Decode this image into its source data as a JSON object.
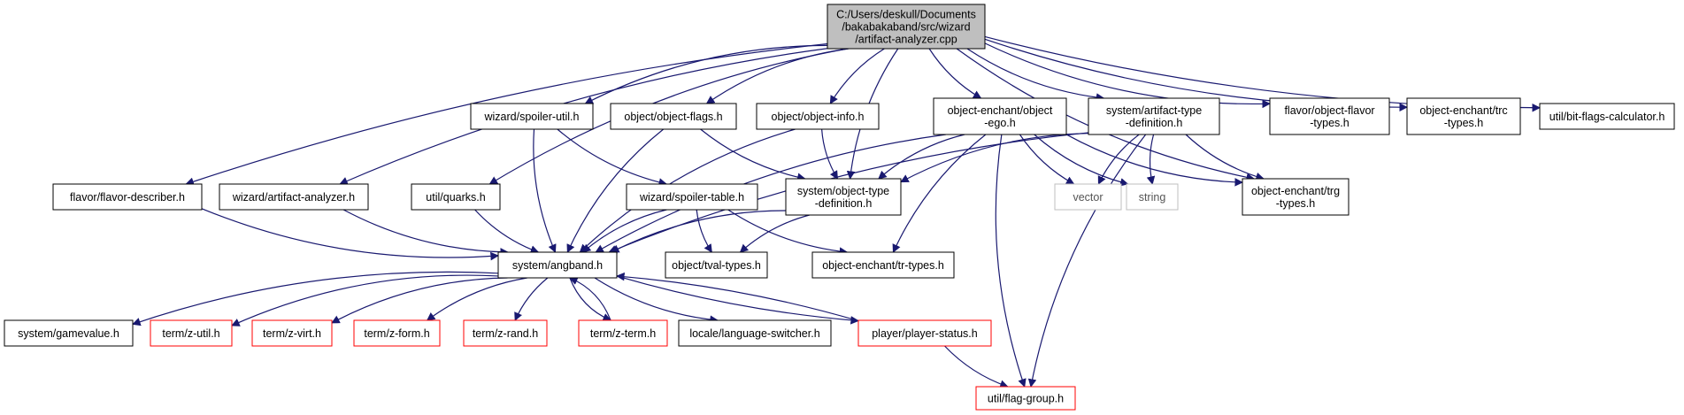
{
  "colors": {
    "edge": "#191970",
    "root_fill": "#bfbfbf",
    "node_border": "#000000",
    "missing_border": "#ff0000",
    "external_border": "#bfbfbf"
  },
  "nodes": {
    "root": {
      "lines": [
        "C:/Users/deskull/Documents",
        "/bakabakaband/src/wizard",
        "/artifact-analyzer.cpp"
      ],
      "kind": "root"
    },
    "spoiler_util": {
      "lines": [
        "wizard/spoiler-util.h"
      ],
      "kind": "normal"
    },
    "object_flags": {
      "lines": [
        "object/object-flags.h"
      ],
      "kind": "normal"
    },
    "object_info": {
      "lines": [
        "object/object-info.h"
      ],
      "kind": "normal"
    },
    "object_ego": {
      "lines": [
        "object-enchant/object",
        "-ego.h"
      ],
      "kind": "normal"
    },
    "artifact_type_def": {
      "lines": [
        "system/artifact-type",
        "-definition.h"
      ],
      "kind": "normal"
    },
    "flavor_types": {
      "lines": [
        "flavor/object-flavor",
        "-types.h"
      ],
      "kind": "normal"
    },
    "trc_types": {
      "lines": [
        "object-enchant/trc",
        "-types.h"
      ],
      "kind": "normal"
    },
    "bit_flags_calc": {
      "lines": [
        "util/bit-flags-calculator.h"
      ],
      "kind": "normal"
    },
    "flavor_describer": {
      "lines": [
        "flavor/flavor-describer.h"
      ],
      "kind": "normal"
    },
    "artifact_analyzer_h": {
      "lines": [
        "wizard/artifact-analyzer.h"
      ],
      "kind": "normal"
    },
    "quarks": {
      "lines": [
        "util/quarks.h"
      ],
      "kind": "normal"
    },
    "spoiler_table": {
      "lines": [
        "wizard/spoiler-table.h"
      ],
      "kind": "normal"
    },
    "object_type_def": {
      "lines": [
        "system/object-type",
        "-definition.h"
      ],
      "kind": "normal"
    },
    "vector": {
      "lines": [
        "vector"
      ],
      "kind": "external"
    },
    "string": {
      "lines": [
        "string"
      ],
      "kind": "external"
    },
    "trg_types": {
      "lines": [
        "object-enchant/trg",
        "-types.h"
      ],
      "kind": "normal"
    },
    "angband": {
      "lines": [
        "system/angband.h"
      ],
      "kind": "normal"
    },
    "tval_types": {
      "lines": [
        "object/tval-types.h"
      ],
      "kind": "normal"
    },
    "tr_types": {
      "lines": [
        "object-enchant/tr-types.h"
      ],
      "kind": "normal"
    },
    "gamevalue": {
      "lines": [
        "system/gamevalue.h"
      ],
      "kind": "normal"
    },
    "z_util": {
      "lines": [
        "term/z-util.h"
      ],
      "kind": "missing"
    },
    "z_virt": {
      "lines": [
        "term/z-virt.h"
      ],
      "kind": "missing"
    },
    "z_form": {
      "lines": [
        "term/z-form.h"
      ],
      "kind": "missing"
    },
    "z_rand": {
      "lines": [
        "term/z-rand.h"
      ],
      "kind": "missing"
    },
    "z_term": {
      "lines": [
        "term/z-term.h"
      ],
      "kind": "missing"
    },
    "language_switcher": {
      "lines": [
        "locale/language-switcher.h"
      ],
      "kind": "normal"
    },
    "player_status": {
      "lines": [
        "player/player-status.h"
      ],
      "kind": "missing"
    },
    "flag_group": {
      "lines": [
        "util/flag-group.h"
      ],
      "kind": "missing"
    }
  },
  "edges": [
    [
      "root",
      "spoiler_util"
    ],
    [
      "root",
      "object_flags"
    ],
    [
      "root",
      "object_info"
    ],
    [
      "root",
      "object_ego"
    ],
    [
      "root",
      "artifact_type_def"
    ],
    [
      "root",
      "flavor_types"
    ],
    [
      "root",
      "trc_types"
    ],
    [
      "root",
      "bit_flags_calc"
    ],
    [
      "root",
      "flavor_describer"
    ],
    [
      "root",
      "artifact_analyzer_h"
    ],
    [
      "root",
      "quarks"
    ],
    [
      "root",
      "object_type_def"
    ],
    [
      "root",
      "trg_types"
    ],
    [
      "spoiler_util",
      "angband"
    ],
    [
      "spoiler_util",
      "spoiler_table"
    ],
    [
      "object_flags",
      "angband"
    ],
    [
      "object_flags",
      "object_type_def"
    ],
    [
      "object_info",
      "angband"
    ],
    [
      "object_info",
      "object_type_def"
    ],
    [
      "object_ego",
      "object_type_def"
    ],
    [
      "object_ego",
      "angband"
    ],
    [
      "object_ego",
      "vector"
    ],
    [
      "object_ego",
      "string"
    ],
    [
      "object_ego",
      "trg_types"
    ],
    [
      "object_ego",
      "tr_types"
    ],
    [
      "object_ego",
      "flag_group"
    ],
    [
      "artifact_type_def",
      "object_type_def"
    ],
    [
      "artifact_type_def",
      "vector"
    ],
    [
      "artifact_type_def",
      "string"
    ],
    [
      "artifact_type_def",
      "trg_types"
    ],
    [
      "artifact_type_def",
      "angband"
    ],
    [
      "artifact_type_def",
      "flag_group"
    ],
    [
      "flavor_describer",
      "angband"
    ],
    [
      "artifact_analyzer_h",
      "angband"
    ],
    [
      "quarks",
      "angband"
    ],
    [
      "spoiler_table",
      "angband"
    ],
    [
      "spoiler_table",
      "tval_types"
    ],
    [
      "spoiler_table",
      "tr_types"
    ],
    [
      "object_type_def",
      "angband"
    ],
    [
      "object_type_def",
      "tval_types"
    ],
    [
      "angband",
      "gamevalue"
    ],
    [
      "angband",
      "z_util"
    ],
    [
      "angband",
      "z_virt"
    ],
    [
      "angband",
      "z_form"
    ],
    [
      "angband",
      "z_rand"
    ],
    [
      "angband",
      "z_term"
    ],
    [
      "angband",
      "language_switcher"
    ],
    [
      "angband",
      "player_status"
    ],
    [
      "z_term",
      "angband"
    ],
    [
      "player_status",
      "angband"
    ],
    [
      "player_status",
      "flag_group"
    ]
  ]
}
